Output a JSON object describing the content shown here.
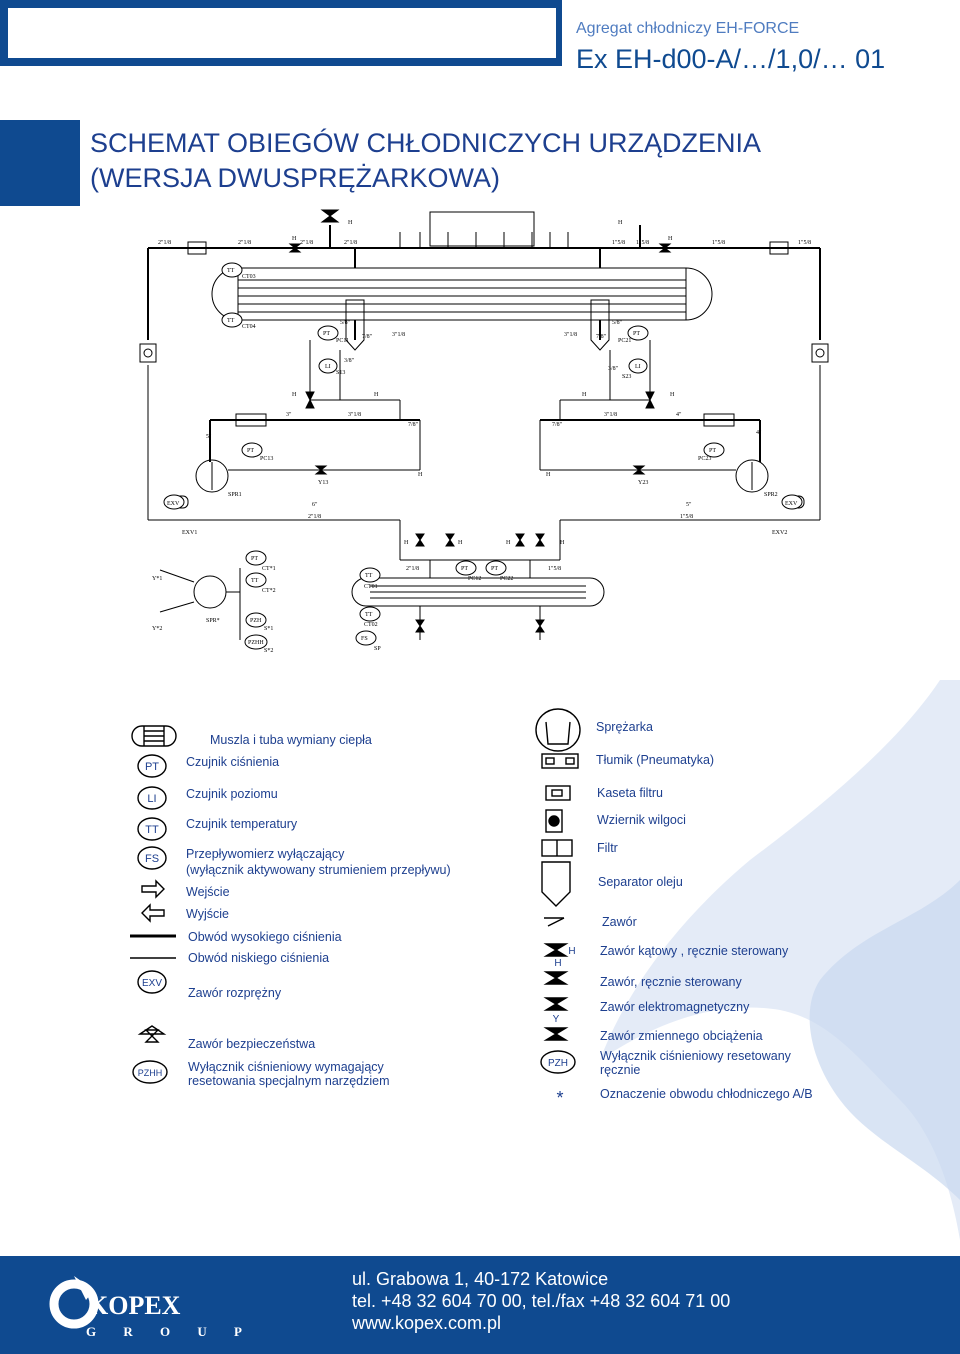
{
  "header": {
    "subtitle": "Agregat chłodniczy EH-FORCE",
    "model": "Ex EH-d00-A/…/1,0/… 01"
  },
  "title": {
    "line1": "SCHEMAT OBIEGÓW CHŁODNICZYCH URZĄDZENIA",
    "line2": "(WERSJA DWUSPRĘŻARKOWA)"
  },
  "diagram": {
    "top_pipes": [
      "2\"1/8",
      "2\"1/8",
      "2\"1/8",
      "2\"1/8",
      "1\"5/8",
      "1\"5/8",
      "1\"5/8",
      "1\"5/8"
    ],
    "labels": {
      "ct03": "CT03",
      "ct04": "CT04",
      "pc11": "PC11",
      "pc21": "PC21",
      "s13": "S13",
      "s23": "S23",
      "pc13": "PC13",
      "pc23": "PC23",
      "y13": "Y13",
      "y23": "Y23",
      "spr1": "SPR1",
      "spr2": "SPR2",
      "exv1": "EXV1",
      "exv2": "EXV2",
      "ct01": "CT01",
      "ct02": "CT02",
      "pc12": "PC12",
      "pc22": "PC22",
      "sp": "SP",
      "yt1": "Y*1",
      "yt2": "Y*2",
      "sprt": "SPR*",
      "ctt1": "CT*1",
      "ctt2": "CT*2",
      "st1": "S*1",
      "st2": "S*2",
      "s58": "5/8\"",
      "s38": "3/8\"",
      "s78": "7/8\"",
      "s318": "3\"1/8",
      "s3": "3\"",
      "s4": "4\"",
      "s6": "6\"",
      "s5": "5\"",
      "p218": "2\"1/8",
      "p158": "1\"5/8",
      "tt": "TT",
      "pt": "PT",
      "li": "LI",
      "pzh": "PZH",
      "pzhh": "PZHH",
      "fs": "FS",
      "exv": "EXV",
      "h": "H"
    }
  },
  "legend": {
    "left": [
      {
        "icon": "shell-tube",
        "text": "Muszla i tuba wymiany ciepła"
      },
      {
        "icon": "PT",
        "text": "Czujnik ciśnienia"
      },
      {
        "icon": "LI",
        "text": "Czujnik poziomu"
      },
      {
        "icon": "TT",
        "text": "Czujnik temperatury"
      },
      {
        "icon": "FS",
        "text": "Przepływomierz wyłączający"
      },
      {
        "icon": "",
        "text": "(wyłącznik aktywowany strumieniem przepływu)"
      },
      {
        "icon": "arrow-in",
        "text": "Wejście"
      },
      {
        "icon": "arrow-out",
        "text": "Wyjście"
      },
      {
        "icon": "thick-line",
        "text": "Obwód wysokiego ciśnienia"
      },
      {
        "icon": "thin-line",
        "text": "Obwód niskiego ciśnienia"
      },
      {
        "icon": "EXV",
        "text": "Zawór rozprężny"
      },
      {
        "icon": "safety-valve",
        "text": "Zawór bezpieczeństwa"
      },
      {
        "icon": "PZHH",
        "text": "Wyłącznik ciśnieniowy wymagający"
      },
      {
        "icon": "",
        "text": "resetowania specjalnym narzędziem"
      }
    ],
    "right": [
      {
        "icon": "compressor",
        "text": "Sprężarka"
      },
      {
        "icon": "muffler",
        "text": "Tłumik (Pneumatyka)"
      },
      {
        "icon": "filter-cassette",
        "text": "Kaseta filtru"
      },
      {
        "icon": "sight-glass",
        "text": "Wziernik wilgoci"
      },
      {
        "icon": "filter",
        "text": "Filtr"
      },
      {
        "icon": "oil-separator",
        "text": "Separator oleju"
      },
      {
        "icon": "valve",
        "text": "Zawór"
      },
      {
        "icon": "angle-valve",
        "text": "Zawór kątowy , ręcznie sterowany"
      },
      {
        "icon": "manual-valve",
        "text": "Zawór, ręcznie sterowany"
      },
      {
        "icon": "solenoid-valve",
        "text": "Zawór elektromagnetyczny"
      },
      {
        "icon": "load-valve",
        "text": "Zawór zmiennego obciążenia"
      },
      {
        "icon": "PZH",
        "text": "Wyłącznik ciśnieniowy resetowany"
      },
      {
        "icon": "",
        "text": "ręcznie"
      },
      {
        "icon": "asterisk",
        "text": "Oznaczenie obwodu chłodniczego A/B"
      }
    ],
    "icon_labels": {
      "h": "H",
      "y": "Y",
      "star": "*"
    }
  },
  "footer": {
    "address": "ul. Grabowa 1, 40-172 Katowice",
    "phone": "tel. +48 32 604 70 00, tel./fax +48 32 604 71 00",
    "web": "www.kopex.com.pl",
    "logo_main": "KOPEX",
    "logo_sub": "G R O U P"
  },
  "colors": {
    "brand": "#0f4a90",
    "text": "#1d3f8f",
    "line": "#000000"
  }
}
